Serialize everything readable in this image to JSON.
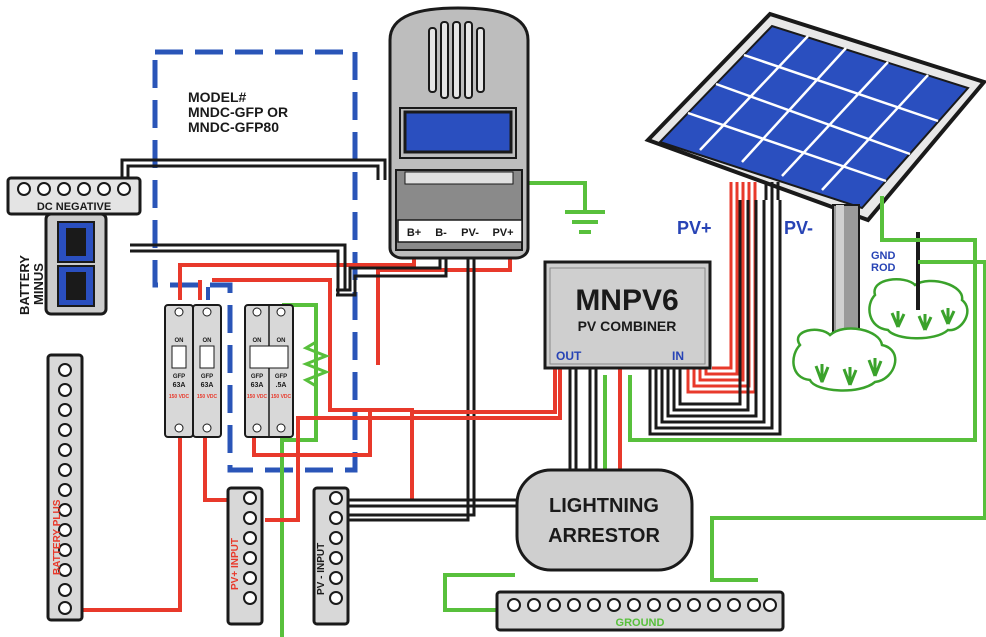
{
  "model": {
    "line1": "MODEL#",
    "line2": "MNDC-GFP OR",
    "line3": "MNDC-GFP80"
  },
  "dc_negative": {
    "label": "DC NEGATIVE",
    "battery_minus_line1": "BATTERY",
    "battery_minus_line2": "MINUS"
  },
  "controller": {
    "terminals": [
      "B+",
      "B-",
      "PV-",
      "PV+"
    ]
  },
  "breakers": [
    {
      "top": "ON",
      "mid": "GFP",
      "rating": "63A",
      "vdc": "150 VDC"
    },
    {
      "top": "ON",
      "mid": "GFP",
      "rating": "63A",
      "vdc": "150 VDC"
    },
    {
      "top": "ON",
      "mid": "GFP",
      "rating": "63A",
      "vdc": "150 VDC"
    },
    {
      "top": "ON",
      "mid": "GFP",
      "rating": ".5A",
      "vdc": "150 VDC"
    }
  ],
  "combiner": {
    "title": "MNPV6",
    "subtitle": "PV COMBINER",
    "out_label": "OUT",
    "in_label": "IN"
  },
  "array": {
    "pv_plus": "PV+",
    "pv_minus": "PV-",
    "gnd_rod_line1": "GND",
    "gnd_rod_line2": "ROD"
  },
  "arrestor": {
    "line1": "LIGHTNING",
    "line2": "ARRESTOR"
  },
  "busbars": {
    "battery_plus": "BATTERY PLUS",
    "pv_plus_input": "PV+ INPUT",
    "pv_minus_input": "PV - INPUT",
    "ground": "GROUND"
  },
  "colors": {
    "red": "#e8392b",
    "black": "#1a1a1a",
    "green": "#58c03c",
    "blue_dash": "#2a55b8",
    "panel_blue": "#2a4fbf",
    "label_blue": "#2743b5",
    "gray": "#c6c6c6",
    "dark_gray": "#5c5c5c"
  }
}
